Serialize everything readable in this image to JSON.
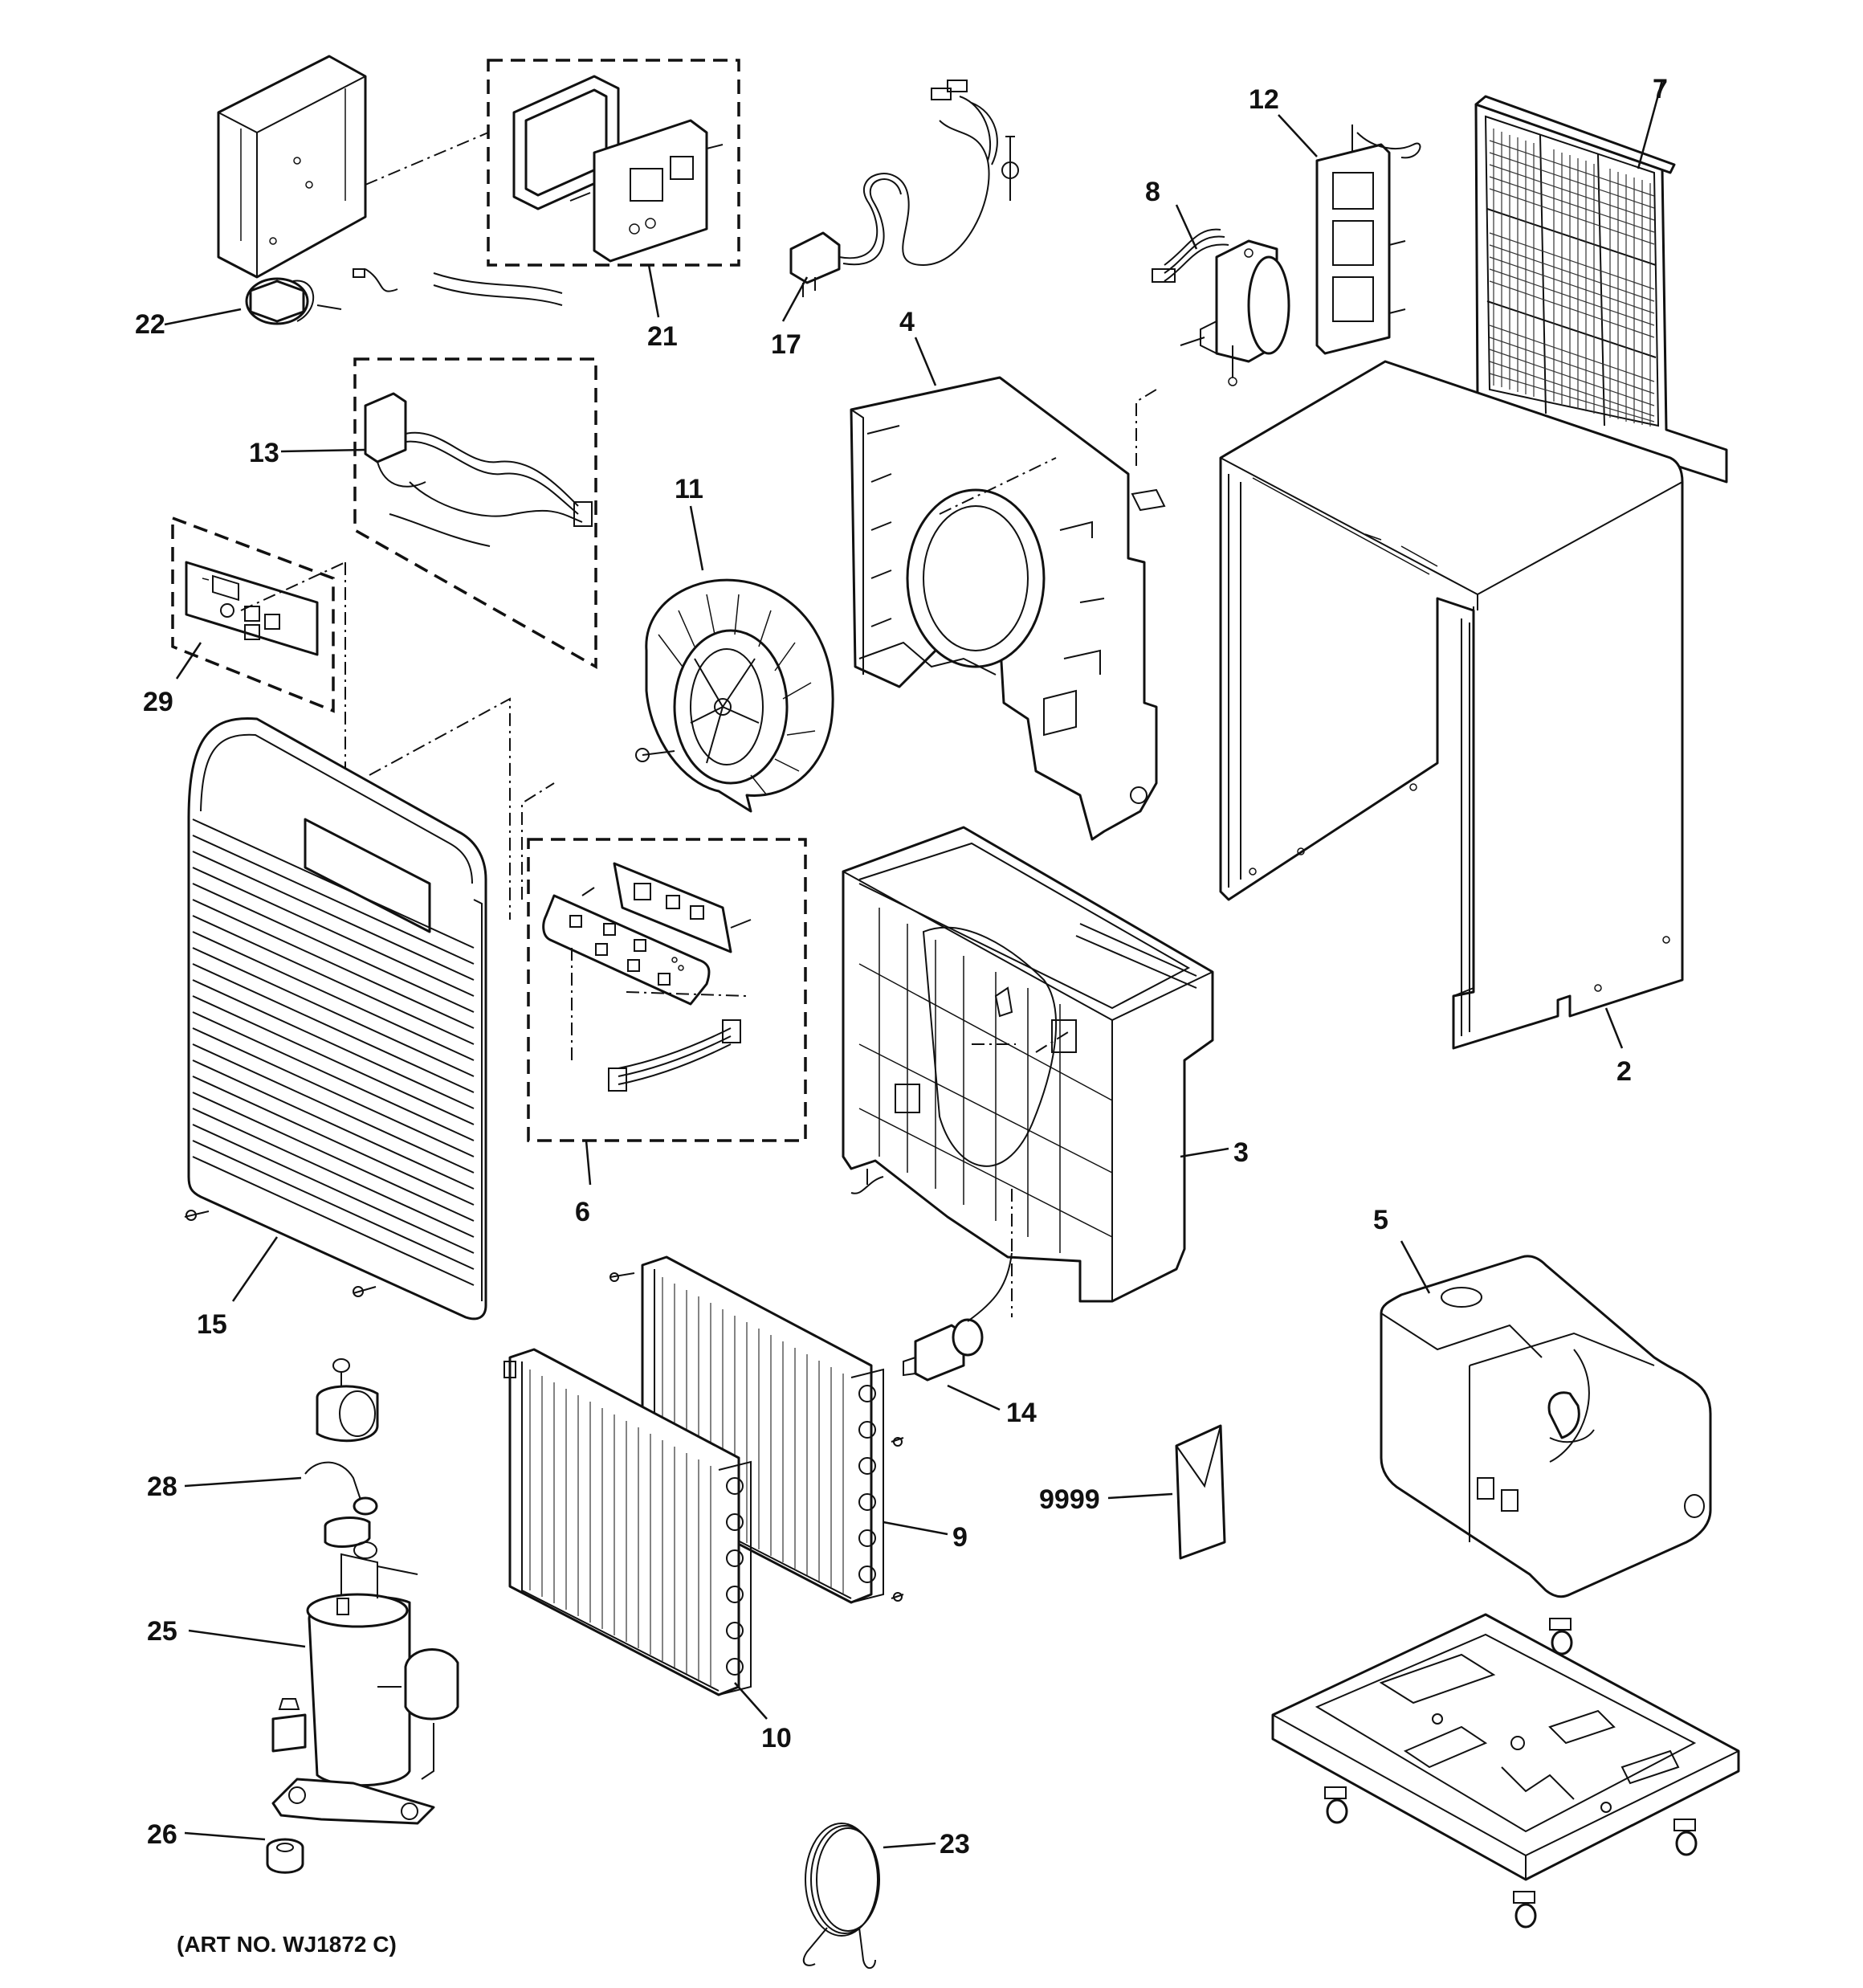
{
  "diagram": {
    "art_number": "(ART NO. WJ1872 C)",
    "callouts": {
      "p2": "2",
      "p3": "3",
      "p4": "4",
      "p5": "5",
      "p6": "6",
      "p7": "7",
      "p8": "8",
      "p9": "9",
      "p10": "10",
      "p11": "11",
      "p12": "12",
      "p13": "13",
      "p14": "14",
      "p15": "15",
      "p17": "17",
      "p21": "21",
      "p22": "22",
      "p23": "23",
      "p25": "25",
      "p26": "26",
      "p28": "28",
      "p29": "29",
      "p9999": "9999"
    }
  }
}
